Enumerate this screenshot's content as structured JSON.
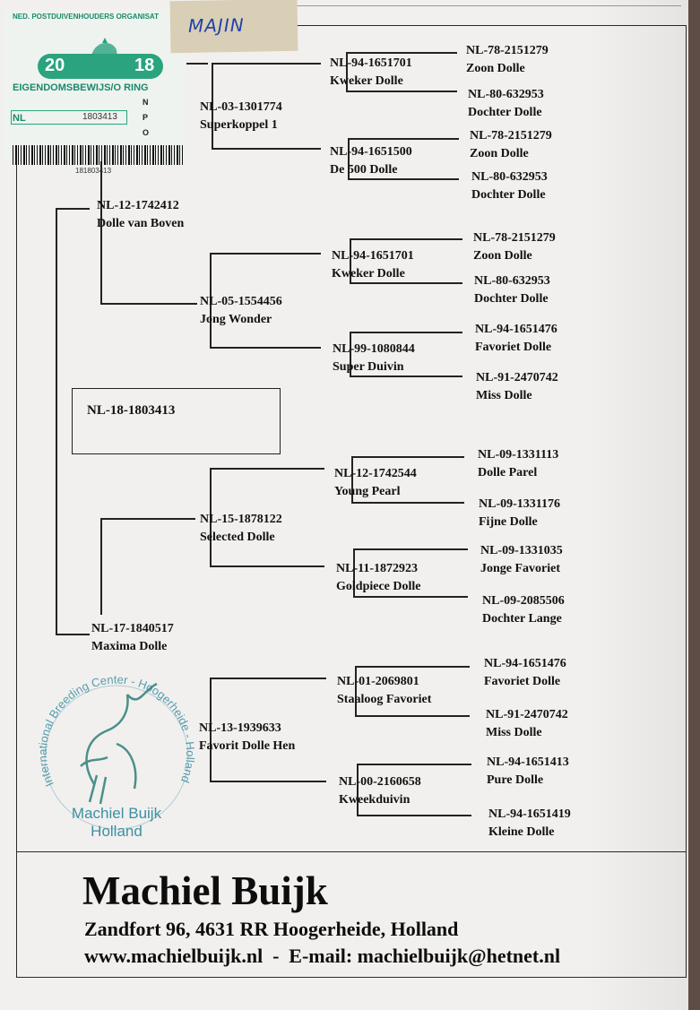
{
  "ring_card": {
    "organisation": "NED. POSTDUIVENHOUDERS ORGANISAT",
    "year_left": "20",
    "year_right": "18",
    "title": "EIGENDOMSBEWIJS",
    "title_suffix": "/O RING",
    "country": "NL",
    "ring_number": "1803413",
    "barcode_number": "181803413",
    "checkbox_letters": [
      "N",
      "P",
      "O"
    ]
  },
  "sticky_note": {
    "text": "MAJIN"
  },
  "pedigree": {
    "subject": "NL-18-1803413",
    "father": {
      "ring": "NL-12-1742412",
      "name": "Dolle van Boven"
    },
    "mother": {
      "ring": "NL-17-1840517",
      "name": "Maxima Dolle"
    },
    "ff": {
      "ring": "NL-03-1301774",
      "name": "Superkoppel 1"
    },
    "fm": {
      "ring": "NL-05-1554456",
      "name": "Jong Wonder"
    },
    "mf": {
      "ring": "NL-15-1878122",
      "name": "Selected Dolle"
    },
    "mm": {
      "ring": "NL-13-1939633",
      "name": "Favorit Dolle Hen"
    },
    "fff": {
      "ring": "NL-94-1651701",
      "name": "Kweker Dolle"
    },
    "ffm": {
      "ring": "NL-94-1651500",
      "name": "De 500 Dolle"
    },
    "fmf": {
      "ring": "NL-94-1651701",
      "name": "Kweker Dolle"
    },
    "fmm": {
      "ring": "NL-99-1080844",
      "name": "Super Duivin"
    },
    "mff": {
      "ring": "NL-12-1742544",
      "name": "Young Pearl"
    },
    "mfm": {
      "ring": "NL-11-1872923",
      "name": "Goldpiece Dolle"
    },
    "mmf": {
      "ring": "NL-01-2069801",
      "name": "Staaloog Favoriet"
    },
    "mmm": {
      "ring": "NL-00-2160658",
      "name": "Kweekduivin"
    },
    "g4": [
      {
        "ring": "NL-78-2151279",
        "name": "Zoon Dolle"
      },
      {
        "ring": "NL-80-632953",
        "name": "Dochter Dolle"
      },
      {
        "ring": "NL-78-2151279",
        "name": "Zoon Dolle"
      },
      {
        "ring": "NL-80-632953",
        "name": "Dochter Dolle"
      },
      {
        "ring": "NL-78-2151279",
        "name": "Zoon Dolle"
      },
      {
        "ring": "NL-80-632953",
        "name": "Dochter Dolle"
      },
      {
        "ring": "NL-94-1651476",
        "name": "Favoriet Dolle"
      },
      {
        "ring": "NL-91-2470742",
        "name": "Miss Dolle"
      },
      {
        "ring": "NL-09-1331113",
        "name": "Dolle Parel"
      },
      {
        "ring": "NL-09-1331176",
        "name": "Fijne Dolle"
      },
      {
        "ring": "NL-09-1331035",
        "name": "Jonge Favoriet"
      },
      {
        "ring": "NL-09-2085506",
        "name": "Dochter Lange"
      },
      {
        "ring": "NL-94-1651476",
        "name": "Favoriet Dolle"
      },
      {
        "ring": "NL-91-2470742",
        "name": "Miss Dolle"
      },
      {
        "ring": "NL-94-1651413",
        "name": "Pure Dolle"
      },
      {
        "ring": "NL-94-1651419",
        "name": "Kleine Dolle"
      }
    ]
  },
  "stamp": {
    "arc_text": "International Breeding Center - Hoogerheide - Holland",
    "name": "Machiel Buijk",
    "country": "Holland"
  },
  "breeder": {
    "name": "Machiel Buijk",
    "address": "Zandfort 96, 4631 RR Hoogerheide, Holland",
    "website": "www.machielbuijk.nl",
    "separator": "-",
    "email_label": "E-mail:",
    "email": "machielbuijk@hetnet.nl"
  }
}
